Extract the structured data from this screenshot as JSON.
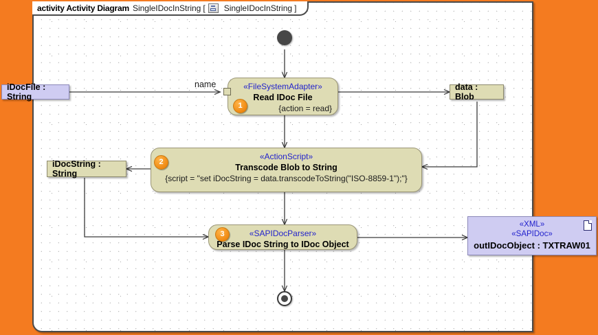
{
  "canvas": {
    "background_color": "#F47B20",
    "diagram_background": "#ffffff",
    "grid": "dotted"
  },
  "frame": {
    "keyword": "activity Activity Diagram",
    "diagram_name": "SingleIDocInString",
    "bracket_open": "[",
    "bracket_close": "]",
    "element_name": "SingleIDocInString",
    "icon": "activity-diagram-icon"
  },
  "nodes": {
    "initial": {
      "name": "initial-node",
      "label": ""
    },
    "final": {
      "name": "activity-final-node",
      "label": ""
    },
    "action1": {
      "badge": "1",
      "stereotype": "«FileSystemAdapter»",
      "title": "Read IDoc File",
      "constraint": "{action = read}",
      "pin_label": "name"
    },
    "action2": {
      "badge": "2",
      "stereotype": "«ActionScript»",
      "title": "Transcode Blob to String",
      "constraint": "{script = \"set iDocString = data.transcodeToString(\"ISO-8859-1\");\"}"
    },
    "action3": {
      "badge": "3",
      "stereotype": "«SAPIDocParser»",
      "title": "Parse IDoc String to IDoc Object"
    },
    "input_object": {
      "label": "iDocFile : String",
      "color": "#CFCCF2"
    },
    "data_object": {
      "label": "data : Blob",
      "color": "#DEDCB4"
    },
    "string_object": {
      "label": "iDocString : String",
      "color": "#DEDCB4"
    },
    "output_object": {
      "stereotype1": "«XML»",
      "stereotype2": "«SAPIDoc»",
      "label": "outIDocObject : TXTRAW01",
      "color": "#CFCCF2",
      "icon": "document-icon"
    }
  },
  "colors": {
    "action_fill": "#DEDCB4",
    "object_lavender": "#CFCCF2",
    "stereotype_text": "#2222cc",
    "badge_orange": "#F08A13",
    "edge": "#3a3a3a"
  }
}
